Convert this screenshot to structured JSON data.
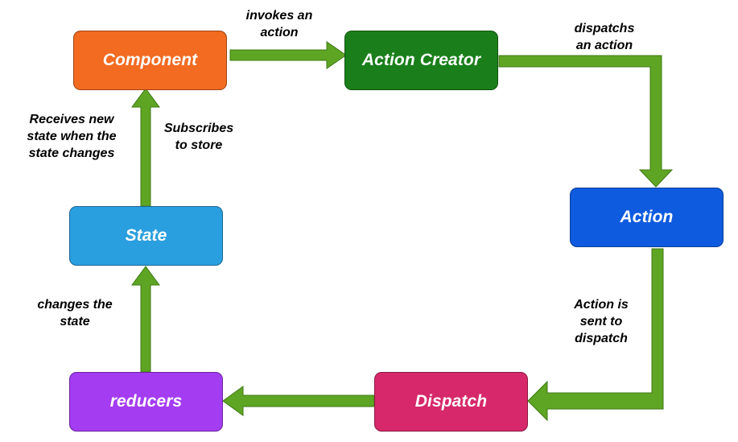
{
  "colors": {
    "arrow": "#5fa524",
    "arrow_outline": "#3c7a14",
    "component": "#f26b21",
    "action_creator": "#1a7f1a",
    "action": "#0f5be0",
    "dispatch": "#d6286a",
    "reducers": "#a43cf2",
    "state": "#2a9fe0"
  },
  "nodes": {
    "component": "Component",
    "action_creator": "Action Creator",
    "action": "Action",
    "dispatch": "Dispatch",
    "reducers": "reducers",
    "state": "State"
  },
  "labels": {
    "invokes": [
      "invokes an",
      "action"
    ],
    "dispatchs": [
      "dispatchs",
      "an action"
    ],
    "sent": [
      "Action is",
      "sent to",
      "dispatch"
    ],
    "changes": [
      "changes the",
      "state"
    ],
    "receives": [
      "Receives new",
      "state when the",
      "state changes"
    ],
    "subscribes": [
      "Subscribes",
      "to store"
    ]
  }
}
